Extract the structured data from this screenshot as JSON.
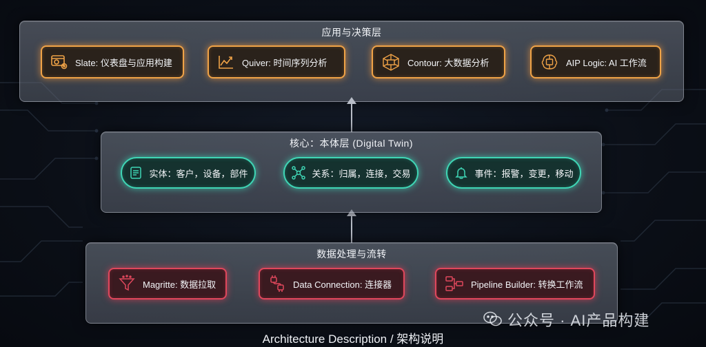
{
  "layers": {
    "top": {
      "title": "应用与决策层",
      "items": [
        {
          "label": "Slate: 仪表盘与应用构建",
          "icon": "dashboard-gear-icon"
        },
        {
          "label": "Quiver: 时间序列分析",
          "icon": "line-chart-icon"
        },
        {
          "label": "Contour: 大数据分析",
          "icon": "network-hexagon-icon"
        },
        {
          "label": "AIP Logic: AI 工作流",
          "icon": "ai-brain-icon"
        }
      ]
    },
    "middle": {
      "title": "核心：本体层 (Digital Twin)",
      "items": [
        {
          "label": "实体：客户，设备，部件",
          "icon": "list-document-icon"
        },
        {
          "label": "关系：归属，连接，交易",
          "icon": "graph-nodes-icon"
        },
        {
          "label": "事件：报警，变更，移动",
          "icon": "bell-icon"
        }
      ]
    },
    "bottom": {
      "title": "数据处理与流转",
      "items": [
        {
          "label": "Magritte: 数据拉取",
          "icon": "funnel-icon"
        },
        {
          "label": "Data Connection: 连接器",
          "icon": "plug-icon"
        },
        {
          "label": "Pipeline Builder: 转换工作流",
          "icon": "pipeline-icon"
        }
      ]
    }
  },
  "caption": "Architecture Description / 架构说明",
  "watermark": "公众号 · AI产品构建",
  "colors": {
    "top_accent": "#f0a347",
    "middle_accent": "#3fd6b5",
    "bottom_accent": "#e0475c"
  }
}
